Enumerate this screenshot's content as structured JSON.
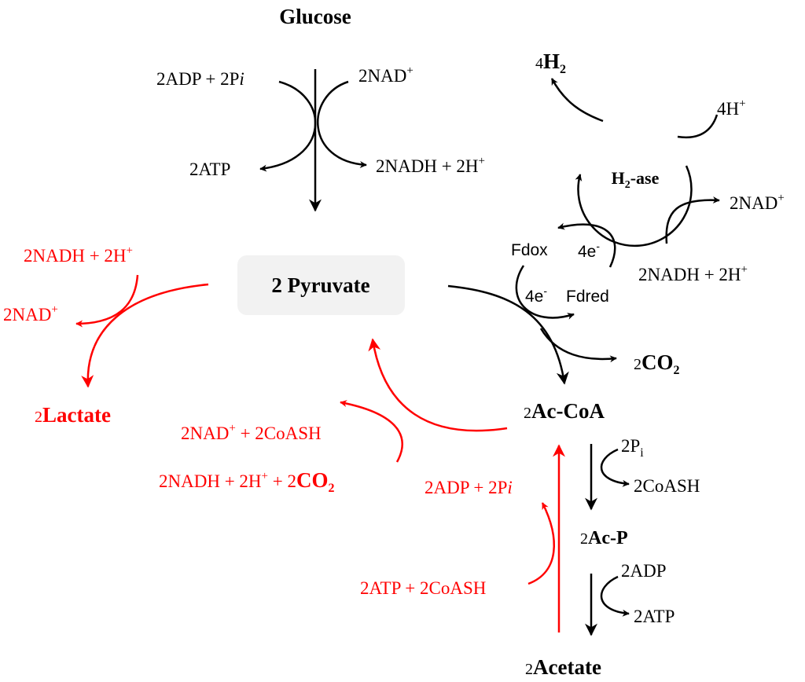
{
  "colors": {
    "black_pathway": "#000000",
    "red_pathway": "#ff0000",
    "pyruvate_box": "#f2f2f2"
  },
  "nodes": {
    "glucose": "Glucose",
    "pyruvate": "2 Pyruvate",
    "h2": {
      "coef": "4",
      "main": "H",
      "sub": "2"
    },
    "hydrogenase": {
      "main": "H",
      "sub": "2",
      "rest": "-ase"
    },
    "co2_black": {
      "coef": "2",
      "main": "CO",
      "sub": "2"
    },
    "acetyl_coa": {
      "coef": "2",
      "main": "Ac-CoA"
    },
    "acetyl_p": {
      "coef": "2",
      "main": "Ac-P"
    },
    "acetate": {
      "coef": "2",
      "main": "Acetate"
    },
    "lactate": {
      "coef": "2",
      "main": "Lactate"
    }
  },
  "labels": {
    "adp_pi_top": {
      "text": "2ADP + 2P",
      "ital": "i"
    },
    "nad_top": {
      "text": "2NAD",
      "sup": "+"
    },
    "atp_top": "2ATP",
    "nadh_top": {
      "text": "2NADH + 2H",
      "sup": "+"
    },
    "four_h_plus": {
      "text": "4H",
      "sup": "+"
    },
    "nad_right": {
      "text": "2NAD",
      "sup": "+"
    },
    "nadh_right": {
      "text": "2NADH + 2H",
      "sup": "+"
    },
    "fdox": "Fdox",
    "four_e_top": {
      "text": "4e",
      "sup": "-"
    },
    "four_e_bottom": {
      "text": "4e",
      "sup": "-"
    },
    "fdred": "Fdred",
    "two_pi": {
      "text": "2P",
      "sub": "i"
    },
    "coash_right": "2CoASH",
    "adp_right": "2ADP",
    "atp_right": "2ATP",
    "red_nadh_lactate": {
      "text": "2NADH + 2H",
      "sup": "+"
    },
    "red_nad_lactate": {
      "text": "2NAD",
      "sup": "+"
    },
    "red_nad_coash": {
      "text": "2NAD",
      "sup": "+",
      "rest": " + 2CoASH"
    },
    "red_nadh_co2": {
      "text": "2NADH + 2H",
      "sup": "+",
      "mid": " + 2",
      "main": "CO",
      "sub": "2"
    },
    "red_adp_pi": {
      "text": "2ADP + 2P",
      "ital": "i"
    },
    "red_atp_coash": "2ATP + 2CoASH"
  }
}
